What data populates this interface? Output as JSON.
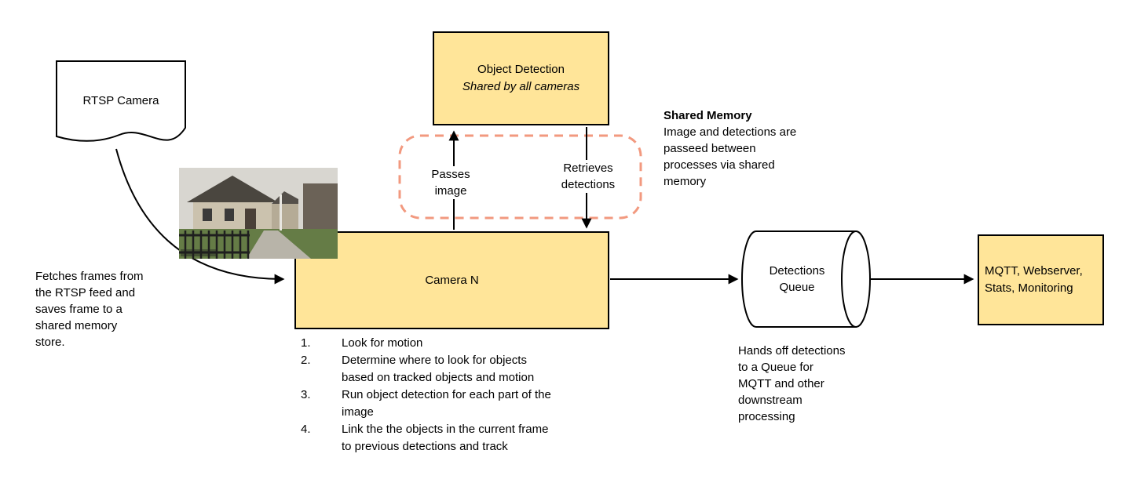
{
  "colors": {
    "box_fill": "#FFE599",
    "box_border": "#000000",
    "dashed_border": "#F2997F"
  },
  "rtsp": {
    "label": "RTSP Camera",
    "note": "Fetches frames from\nthe RTSP feed and\nsaves frame to a\nshared memory\nstore."
  },
  "object_detection": {
    "title": "Object Detection",
    "subtitle": "Shared by all cameras"
  },
  "edge_labels": {
    "passes": "Passes\nimage",
    "retrieves": "Retrieves\ndetections"
  },
  "shared_memory": {
    "title": "Shared Memory",
    "body": "Image and detections are\npasseed between\nprocesses via shared\nmemory"
  },
  "camera": {
    "label": "Camera N",
    "steps": [
      {
        "num": "1.",
        "text": "Look for motion"
      },
      {
        "num": "2.",
        "text": "Determine where to look for objects\nbased on tracked objects and motion"
      },
      {
        "num": "3.",
        "text": "Run object detection for each part of the\nimage"
      },
      {
        "num": "4.",
        "text": "Link the the objects in the current frame\nto previous detections and track"
      }
    ]
  },
  "queue": {
    "label": "Detections\nQueue",
    "note": "Hands off detections\nto a Queue for\nMQTT and other\ndownstream\nprocessing"
  },
  "outputs": {
    "label": "MQTT, Webserver,\nStats, Monitoring"
  }
}
